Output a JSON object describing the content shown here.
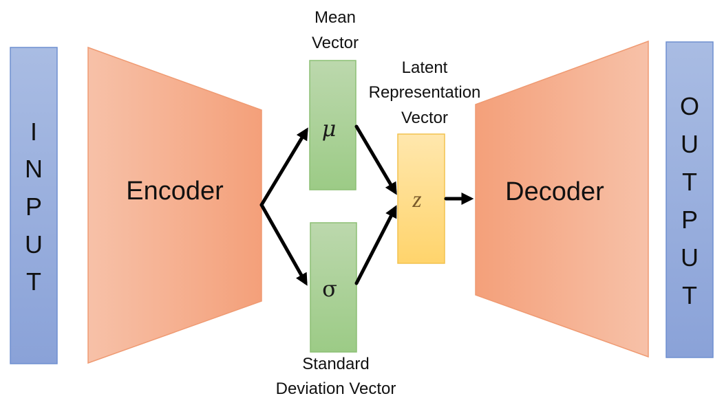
{
  "input": {
    "letters": [
      "I",
      "N",
      "P",
      "U",
      "T"
    ]
  },
  "output": {
    "letters": [
      "O",
      "U",
      "T",
      "P",
      "U",
      "T"
    ]
  },
  "encoder": {
    "label": "Encoder"
  },
  "decoder": {
    "label": "Decoder"
  },
  "mean_vector": {
    "label_line1": "Mean",
    "label_line2": "Vector",
    "symbol": "μ"
  },
  "std_vector": {
    "label_line1": "Standard",
    "label_line2": "Deviation Vector",
    "symbol": "σ"
  },
  "latent": {
    "label_line1": "Latent",
    "label_line2": "Representation",
    "label_line3": "Vector",
    "symbol": "z"
  },
  "colors": {
    "io_fill_top": "#a9bce3",
    "io_fill_bottom": "#8aa2d8",
    "io_stroke": "#6f8fd0",
    "coder_fill_light": "#f6bda4",
    "coder_fill_dark": "#f4a07a",
    "coder_stroke": "#ef9a72",
    "green_top": "#bcd8ad",
    "green_bottom": "#9ccb86",
    "green_stroke": "#8cbf74",
    "z_top": "#ffe5a8",
    "z_bottom": "#ffd56e",
    "z_stroke": "#f2c24f",
    "arrow": "#000000"
  }
}
